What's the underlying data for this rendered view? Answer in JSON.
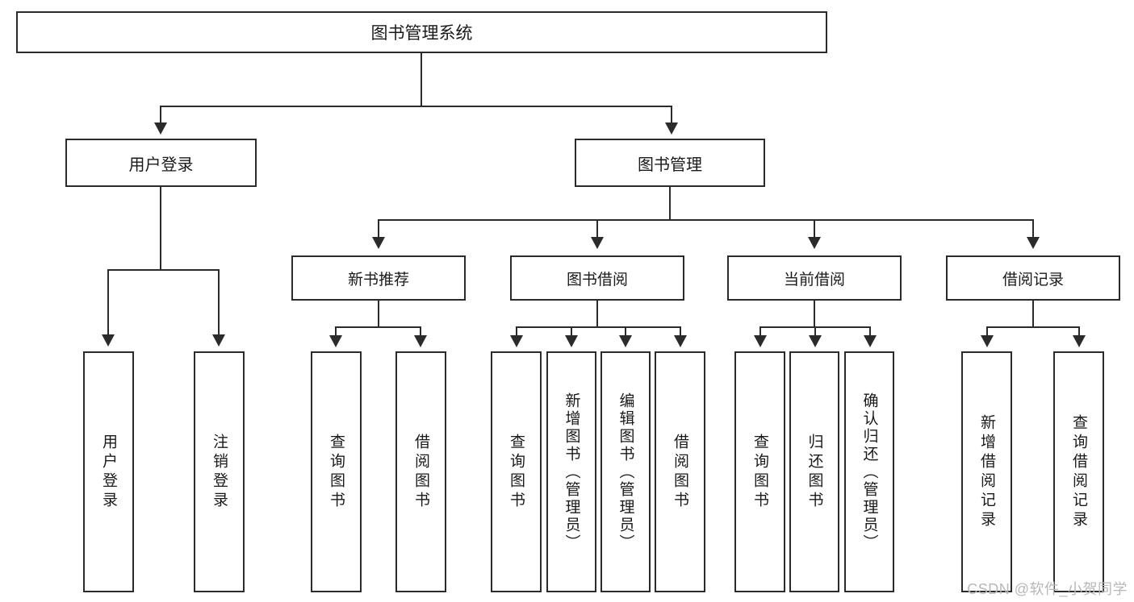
{
  "diagram": {
    "title": "图书管理系统",
    "root": {
      "label": "图书管理系统"
    },
    "level2": [
      {
        "label": "用户登录"
      },
      {
        "label": "图书管理"
      }
    ],
    "level3": [
      {
        "label": "新书推荐"
      },
      {
        "label": "图书借阅"
      },
      {
        "label": "当前借阅"
      },
      {
        "label": "借阅记录"
      }
    ],
    "leaves": {
      "user_login": [
        {
          "label": "用户登录"
        },
        {
          "label": "注销登录"
        }
      ],
      "new_book_recommend": [
        {
          "label": "查询图书"
        },
        {
          "label": "借阅图书"
        }
      ],
      "book_borrow": [
        {
          "label": "查询图书"
        },
        {
          "label": "新增图书（管理员）"
        },
        {
          "label": "编辑图书（管理员）"
        },
        {
          "label": "借阅图书"
        }
      ],
      "current_borrow": [
        {
          "label": "查询图书"
        },
        {
          "label": "归还图书"
        },
        {
          "label": "确认归还（管理员）"
        }
      ],
      "borrow_record": [
        {
          "label": "新增借阅记录"
        },
        {
          "label": "查询借阅记录"
        }
      ]
    }
  },
  "watermark": {
    "text": "CSDN @软件_小贺同学"
  },
  "colors": {
    "stroke": "#2b2b2b",
    "background": "#ffffff",
    "text": "#1a1a1a",
    "watermark": "#b8b8b8"
  }
}
